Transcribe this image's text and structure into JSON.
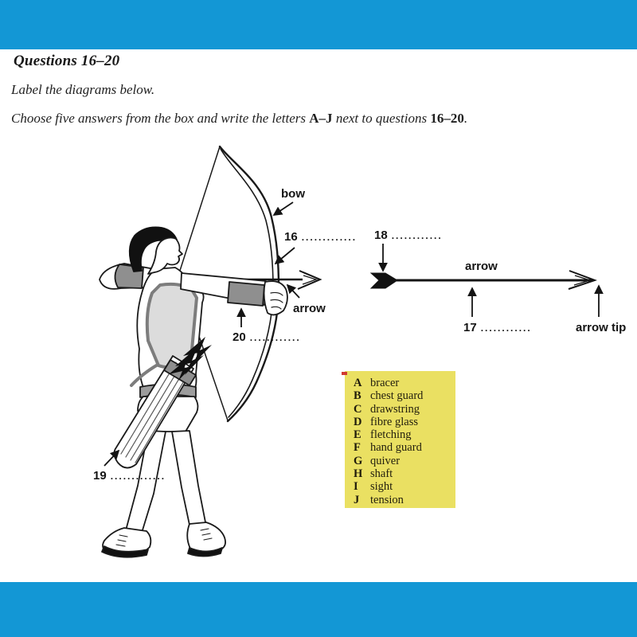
{
  "header": {
    "title": "Questions 16–20",
    "line1": "Label the diagrams below.",
    "line2_pre": "Choose five answers from the box and write the letters ",
    "line2_bold1": "A–J",
    "line2_mid": " next to questions ",
    "line2_bold2": "16–20",
    "line2_post": "."
  },
  "bow_diagram": {
    "bow_label": "bow",
    "q16_num": "16",
    "q16_dots": ".............",
    "arrow_label": "arrow",
    "q20_num": "20",
    "q20_dots": "............",
    "q19_num": "19",
    "q19_dots": "............."
  },
  "arrow_diagram": {
    "q18_num": "18",
    "q18_dots": "............",
    "arrow_label": "arrow",
    "q17_num": "17",
    "q17_dots": "............",
    "tip_label": "arrow tip"
  },
  "answer_box": {
    "options": [
      {
        "letter": "A",
        "text": "bracer"
      },
      {
        "letter": "B",
        "text": "chest guard"
      },
      {
        "letter": "C",
        "text": "drawstring"
      },
      {
        "letter": "D",
        "text": "fibre glass"
      },
      {
        "letter": "E",
        "text": "fletching"
      },
      {
        "letter": "F",
        "text": "hand guard"
      },
      {
        "letter": "G",
        "text": "quiver"
      },
      {
        "letter": "H",
        "text": "shaft"
      },
      {
        "letter": "I",
        "text": "sight"
      },
      {
        "letter": "J",
        "text": "tension"
      }
    ]
  },
  "colors": {
    "band": "#1397d5",
    "answer_box_bg": "#eae062",
    "line_art": "#1a1a1a",
    "guard_gray": "#8f8f8f",
    "chest_guard_light": "#dcdcdc"
  }
}
